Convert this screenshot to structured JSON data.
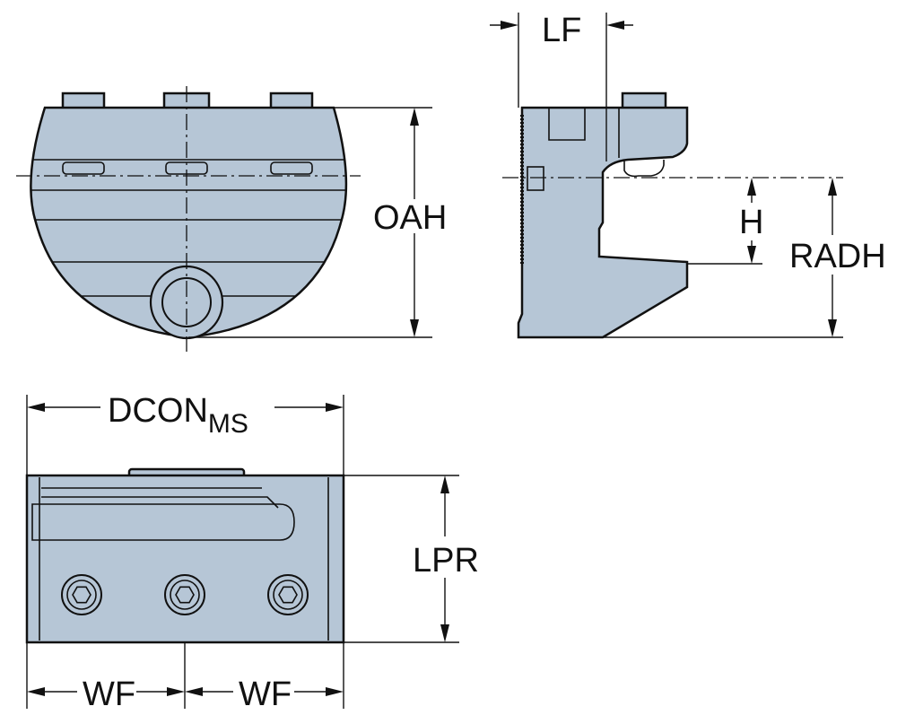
{
  "colors": {
    "body": "#b6c6d6",
    "line": "#111111",
    "background": "#ffffff"
  },
  "dimensions": {
    "lf": "LF",
    "oah": "OAH",
    "h": "H",
    "radh": "RADH",
    "dcon": "DCON",
    "dcon_sub": "MS",
    "lpr": "LPR",
    "wf_left": "WF",
    "wf_right": "WF"
  }
}
